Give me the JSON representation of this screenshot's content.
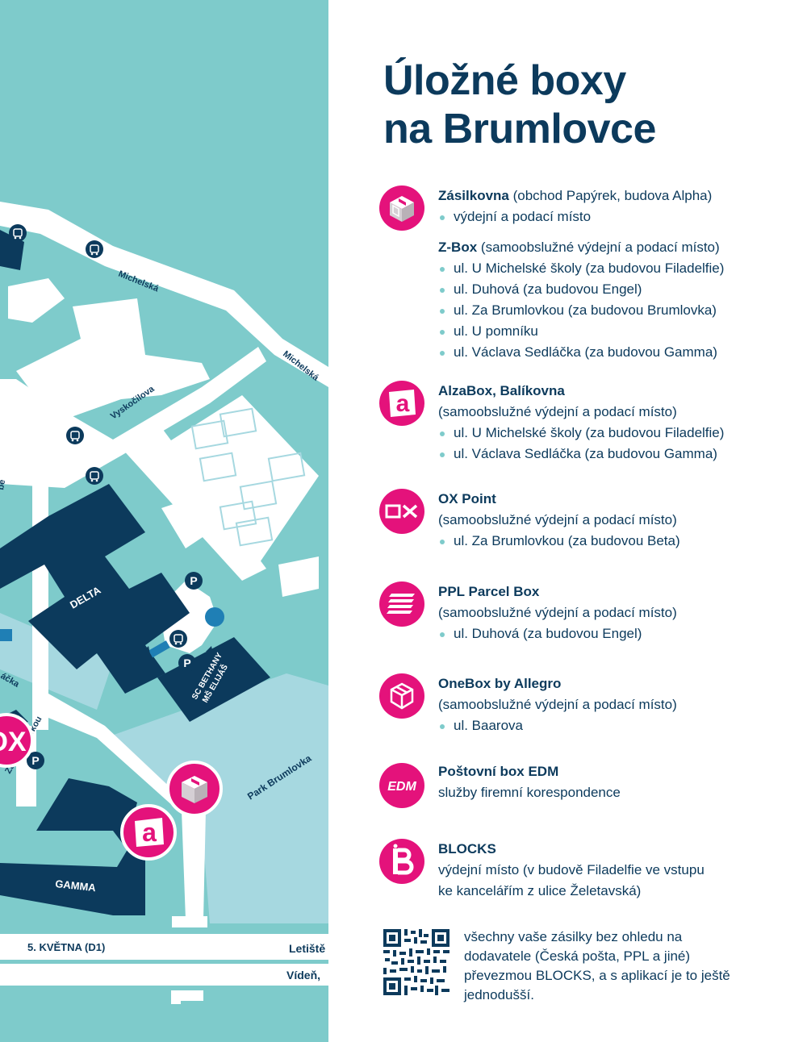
{
  "title": {
    "line1": "Úložné boxy",
    "line2": "na Brumlovce"
  },
  "colors": {
    "navy": "#0c3a5c",
    "magenta": "#e4127b",
    "teal": "#7ecbcb",
    "light_teal": "#a6d8e0"
  },
  "map": {
    "streets": {
      "michelska_1": "Michelská",
      "michelska_2": "Michelská",
      "vyskocilova": "Vyskočilova",
      "za_brumlovkou": "Za Brumlovkou",
      "sedlacka": "áčka",
      "kvetna": "5. KVĚTNA (D1)",
      "letiste": "Letiště",
      "viden": "Vídeň,",
      "edge_be": "bě"
    },
    "buildings": {
      "delta": "DELTA",
      "gamma": "GAMMA",
      "sc_line1": "SC BETHANY",
      "sc_line2": "MŠ ELIJÁŠ"
    },
    "park": "Park Brumlovka",
    "parking_letter": "P",
    "ox_marker": "OX",
    "alza_marker": "a"
  },
  "sections": {
    "zasilkovna": {
      "icon": "zasilkovna-box-icon",
      "title": "Zásilkovna",
      "title_note": "(obchod Papýrek, budova Alpha)",
      "items": [
        "výdejní a podací místo"
      ],
      "zbox_title": "Z-Box",
      "zbox_note": "(samoobslužné výdejní a podací místo)",
      "zbox_items": [
        "ul. U Michelské školy (za budovou Filadelfie)",
        "ul. Duhová (za budovou Engel)",
        "ul. Za Brumlovkou (za budovou Brumlovka)",
        "ul. U pomníku",
        "ul. Václava Sedláčka (za budovou Gamma)"
      ]
    },
    "alza": {
      "icon": "alza-a-icon",
      "title": "AlzaBox, Balíkovna",
      "subtitle": "(samoobslužné výdejní a podací místo)",
      "items": [
        "ul. U Michelské školy (za budovou Filadelfie)",
        "ul. Václava Sedláčka (za budovou Gamma)"
      ]
    },
    "ox": {
      "icon": "ox-point-icon",
      "icon_text": "OX",
      "title": "OX Point",
      "subtitle": "(samoobslužné výdejní a podací místo)",
      "items": [
        "ul. Za Brumlovkou (za budovou Beta)"
      ]
    },
    "ppl": {
      "icon": "ppl-stripes-icon",
      "title": "PPL Parcel Box",
      "subtitle": "(samoobslužné výdejní a podací místo)",
      "items": [
        "ul. Duhová (za budovou Engel)"
      ]
    },
    "onebox": {
      "icon": "onebox-cube-icon",
      "title": "OneBox by Allegro",
      "subtitle": "(samoobslužné výdejní a podací místo)",
      "items": [
        "ul. Baarova"
      ]
    },
    "edm": {
      "icon": "edm-logo-icon",
      "icon_text": "EDM",
      "title": "Poštovní box EDM",
      "subtitle": "služby firemní korespondence"
    },
    "blocks": {
      "icon": "blocks-b-icon",
      "title": "BLOCKS",
      "subtitle_line1": "výdejní místo (v budově Filadelfie ve vstupu",
      "subtitle_line2": "ke kancelářím z ulice Želetavská)"
    }
  },
  "footer": {
    "qr_icon": "qr-code-icon",
    "text": "všechny vaše zásilky bez ohledu na dodavatele (Česká pošta, PPL a jiné) převezmou BLOCKS, a s aplikací je to ještě jednodušší."
  }
}
